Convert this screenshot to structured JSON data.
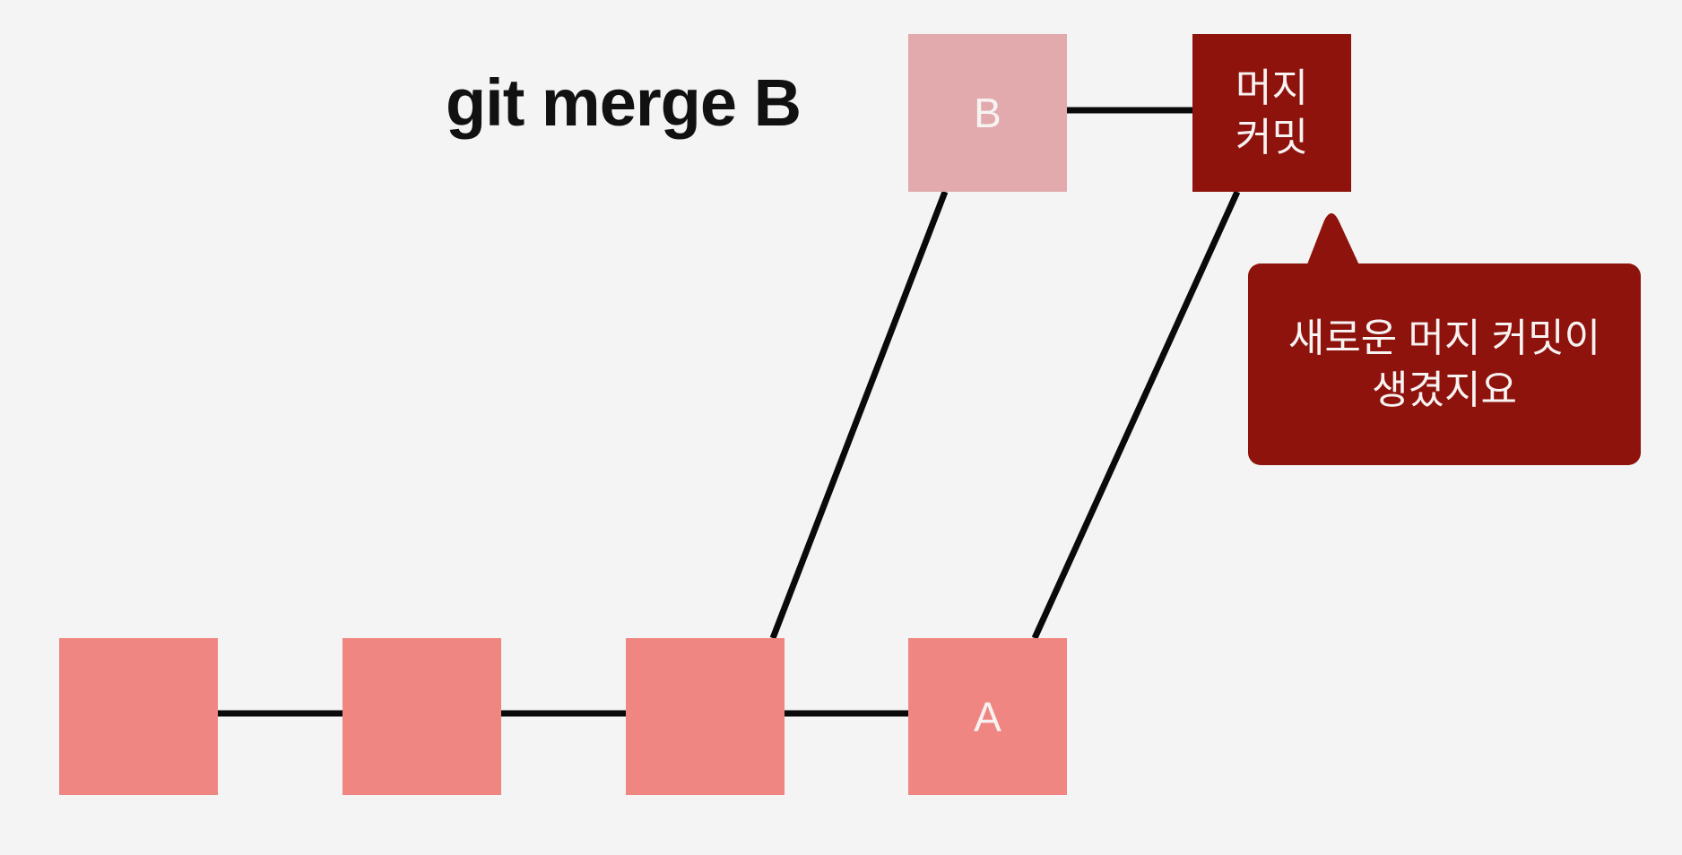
{
  "title": "git merge B",
  "colors": {
    "background": "#f4f4f4",
    "main_commit": "#f08682",
    "branch_b_commit": "#e2aaac",
    "merge_commit": "#8e130c",
    "bubble": "#8e130c",
    "edge": "#0a0a0a",
    "node_label_text": "#f8f3f3",
    "title_text": "#111111"
  },
  "nodes": {
    "main1": {
      "label": ""
    },
    "main2": {
      "label": ""
    },
    "main3": {
      "label": ""
    },
    "a": {
      "label": "A"
    },
    "b": {
      "label": "B"
    },
    "merge": {
      "line1": "머지",
      "line2": "커밋"
    }
  },
  "bubble": {
    "line1": "새로운 머지 커밋이",
    "line2": "생겼지요"
  }
}
